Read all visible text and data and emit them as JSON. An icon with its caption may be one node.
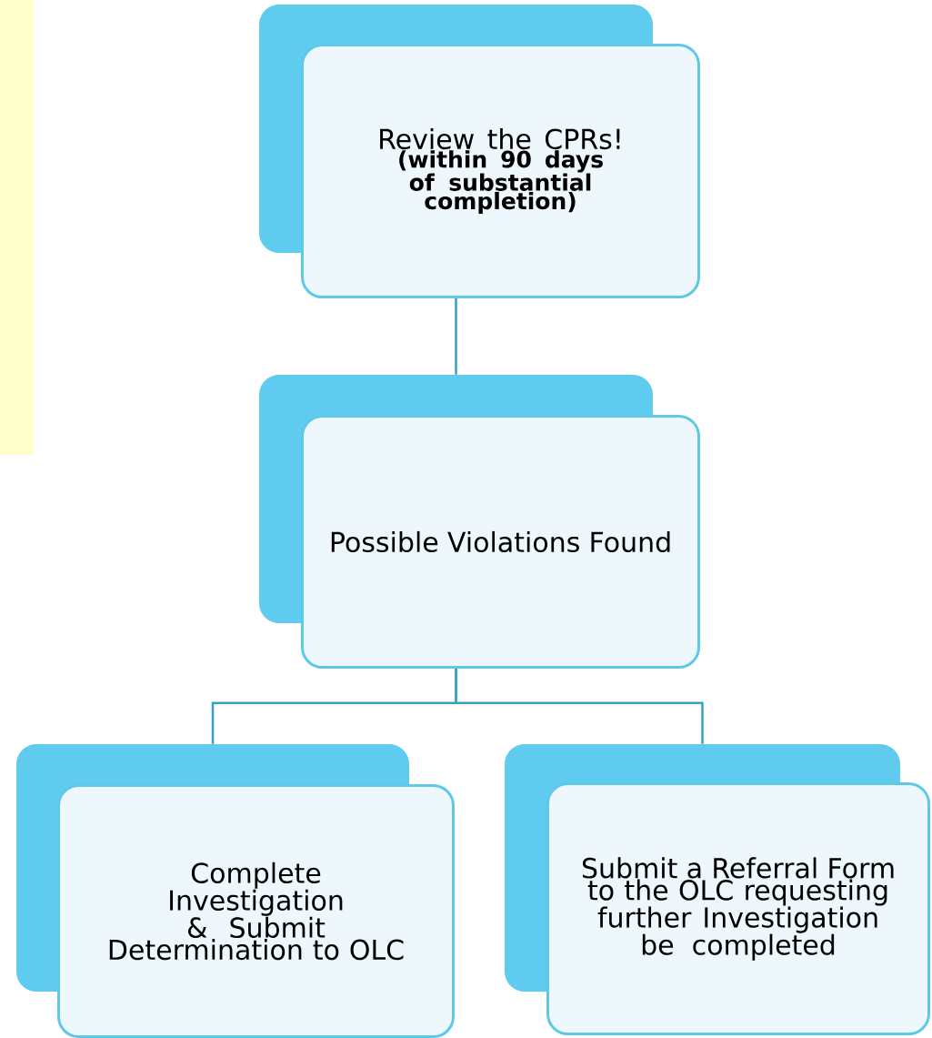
{
  "diagram": {
    "nodes": [
      {
        "text": [
          "Review the CPRs!",
          "(within 90 days of substantial completion)"
        ]
      },
      {
        "text": [
          "Possible Violations Found"
        ]
      },
      {
        "text": [
          "Complete Investigation & Submit Determination to OLC"
        ]
      },
      {
        "text": [
          "Submit a Referral Form to the OLC requesting further Investigation be completed"
        ]
      }
    ],
    "edges": [
      {
        "from": 0,
        "to": 1,
        "arrow": "none"
      },
      {
        "from": 1,
        "to": 2,
        "arrow": "none"
      },
      {
        "from": 1,
        "to": 3,
        "arrow": "none"
      }
    ]
  }
}
